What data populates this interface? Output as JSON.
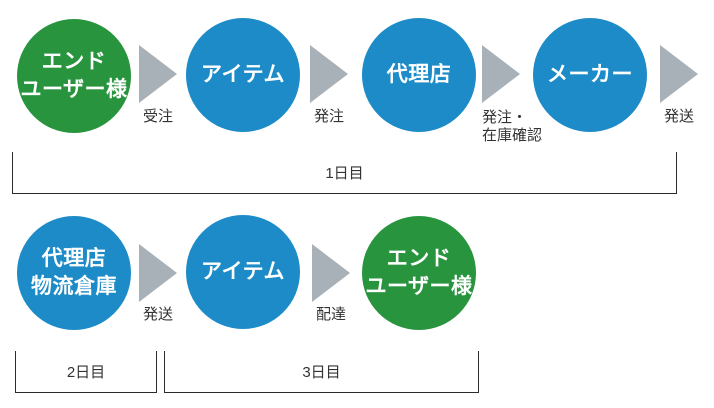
{
  "colors": {
    "green": "#28943E",
    "blue": "#1C8BC7",
    "arrow": "#A9B1B8",
    "text": "#333333",
    "line": "#2b2b2b"
  },
  "row1": {
    "nodes": [
      {
        "label": "エンド\nユーザー様",
        "type": "green"
      },
      {
        "label": "アイテム",
        "type": "blue"
      },
      {
        "label": "代理店",
        "type": "blue"
      },
      {
        "label": "メーカー",
        "type": "blue"
      }
    ],
    "arrows": [
      {
        "label": "受注"
      },
      {
        "label": "発注"
      },
      {
        "label": "発注・\n在庫確認"
      },
      {
        "label": "発送"
      }
    ],
    "bracket": {
      "label": "1日目"
    }
  },
  "row2": {
    "nodes": [
      {
        "label": "代理店\n物流倉庫",
        "type": "blue"
      },
      {
        "label": "アイテム",
        "type": "blue"
      },
      {
        "label": "エンド\nユーザー様",
        "type": "green"
      }
    ],
    "arrows": [
      {
        "label": "発送"
      },
      {
        "label": "配達"
      }
    ],
    "brackets": [
      {
        "label": "2日目"
      },
      {
        "label": "3日目"
      }
    ]
  }
}
